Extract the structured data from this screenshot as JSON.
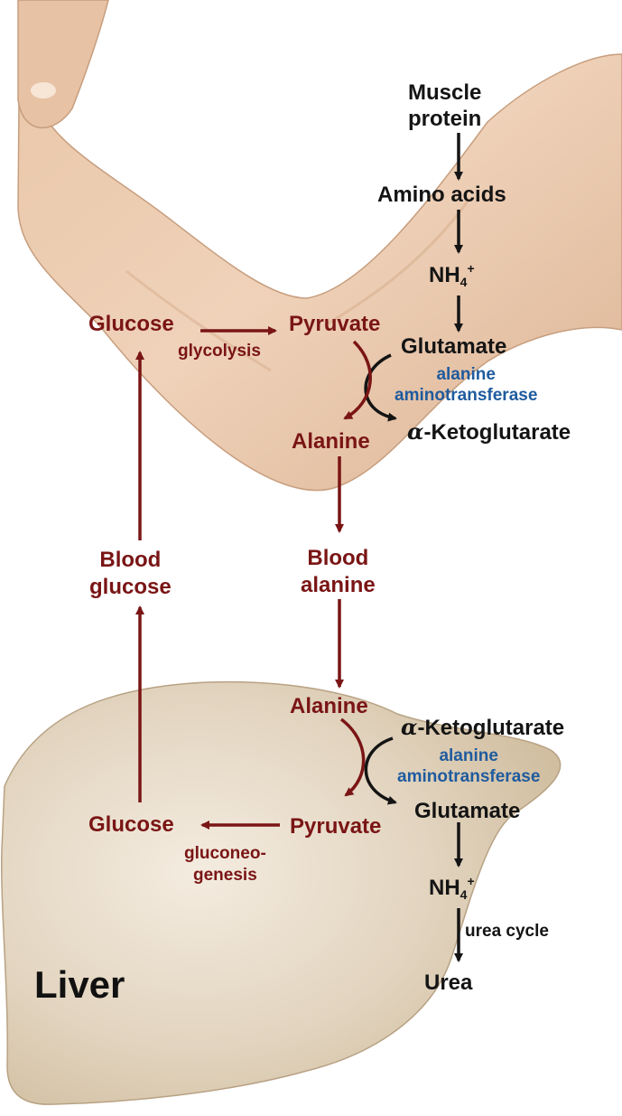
{
  "muscle": {
    "muscle_protein": "Muscle\nprotein",
    "amino_acids": "Amino acids",
    "nh4_base": "NH",
    "nh4_sub": "4",
    "nh4_sup": "+",
    "glutamate": "Glutamate",
    "enzyme": "alanine\naminotransferase",
    "alpha": "α",
    "ketoglutarate": "-Ketoglutarate",
    "alanine": "Alanine",
    "pyruvate": "Pyruvate",
    "glucose": "Glucose",
    "glycolysis": "glycolysis"
  },
  "blood": {
    "alanine": "Blood\nalanine",
    "glucose": "Blood\nglucose"
  },
  "liver": {
    "title": "Liver",
    "alanine": "Alanine",
    "alpha": "α",
    "ketoglutarate": "-Ketoglutarate",
    "enzyme": "alanine\naminotransferase",
    "glutamate": "Glutamate",
    "pyruvate": "Pyruvate",
    "glucose": "Glucose",
    "gluconeogenesis": "gluconeo-\ngenesis",
    "nh4_base": "NH",
    "nh4_sub": "4",
    "nh4_sup": "+",
    "urea_cycle": "urea cycle",
    "urea": "Urea"
  },
  "colors": {
    "pathway_red": "#7a1515",
    "text_black": "#141414",
    "enzyme_blue": "#1f5b9e",
    "arm_skin": "#eac9ad",
    "liver_tan": "#dccdb5"
  }
}
